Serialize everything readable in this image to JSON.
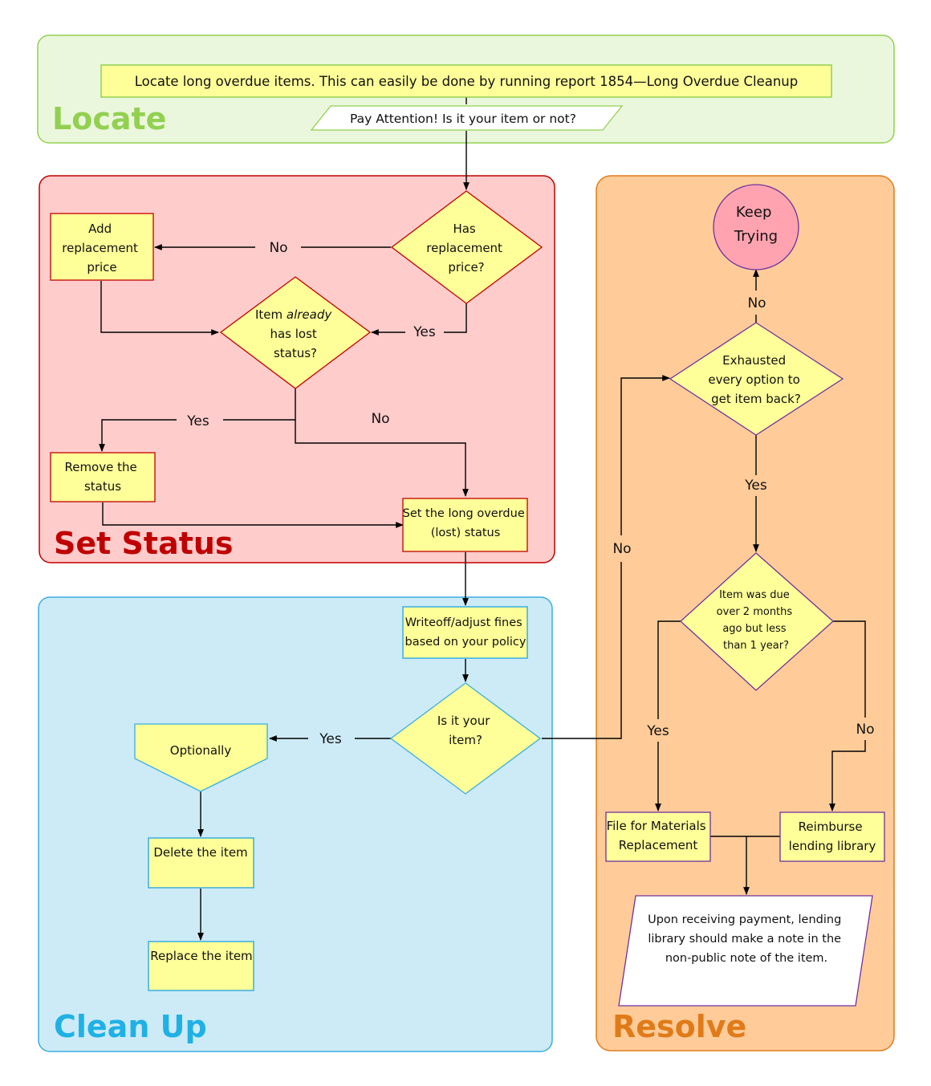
{
  "sections": {
    "locate": "Locate",
    "set_status": "Set Status",
    "clean_up": "Clean Up",
    "resolve": "Resolve"
  },
  "colors": {
    "locate_fill": "#ebf7dd",
    "locate_stroke": "#92d050",
    "locate_title": "#92d050",
    "status_fill": "#ffcccc",
    "status_stroke": "#c00000",
    "status_title": "#c00000",
    "cleanup_fill": "#ccebf7",
    "cleanup_stroke": "#3aaee0",
    "cleanup_title": "#1fb1e6",
    "resolve_fill": "#ffcc99",
    "resolve_stroke": "#e07b1a",
    "resolve_title": "#e07b1a",
    "shape_fill": "#ffff99"
  },
  "nodes": {
    "locate_box": "Locate long overdue items. This can easily be done by running report 1854—Long Overdue Cleanup",
    "pay_attention": "Pay Attention! Is it your item or not?",
    "has_price": [
      "Has",
      "replacement",
      "price?"
    ],
    "add_price": [
      "Add",
      "replacement",
      "price"
    ],
    "already_lost_pre": "Item ",
    "already_lost_em": "already",
    "already_lost_rest": [
      "has lost",
      "status?"
    ],
    "remove_status": [
      "Remove the",
      "status"
    ],
    "set_lost": [
      "Set the long overdue",
      "(lost) status"
    ],
    "writeoff": [
      "Writeoff/adjust fines",
      "based on your policy"
    ],
    "your_item": [
      "Is it your",
      "item?"
    ],
    "optionally": "Optionally",
    "delete_item": "Delete the item",
    "replace_item": "Replace the item",
    "keep_trying": [
      "Keep",
      "Trying"
    ],
    "exhausted": [
      "Exhausted",
      "every option to",
      "get item back?"
    ],
    "two_months": [
      "Item was due",
      "over 2 months",
      "ago but less",
      "than 1 year?"
    ],
    "file_replacement": [
      "File for Materials",
      "Replacement"
    ],
    "reimburse": [
      "Reimburse",
      "lending library"
    ],
    "upon_payment": [
      "Upon receiving payment, lending",
      "library should make a note in the",
      "non-public note of the item."
    ]
  },
  "edge_labels": {
    "no1": "No",
    "yes1": "Yes",
    "yes2": "Yes",
    "no2": "No",
    "yes3": "Yes",
    "no3": "No",
    "no4": "No",
    "yes4": "Yes",
    "yes5": "Yes",
    "no5": "No"
  }
}
